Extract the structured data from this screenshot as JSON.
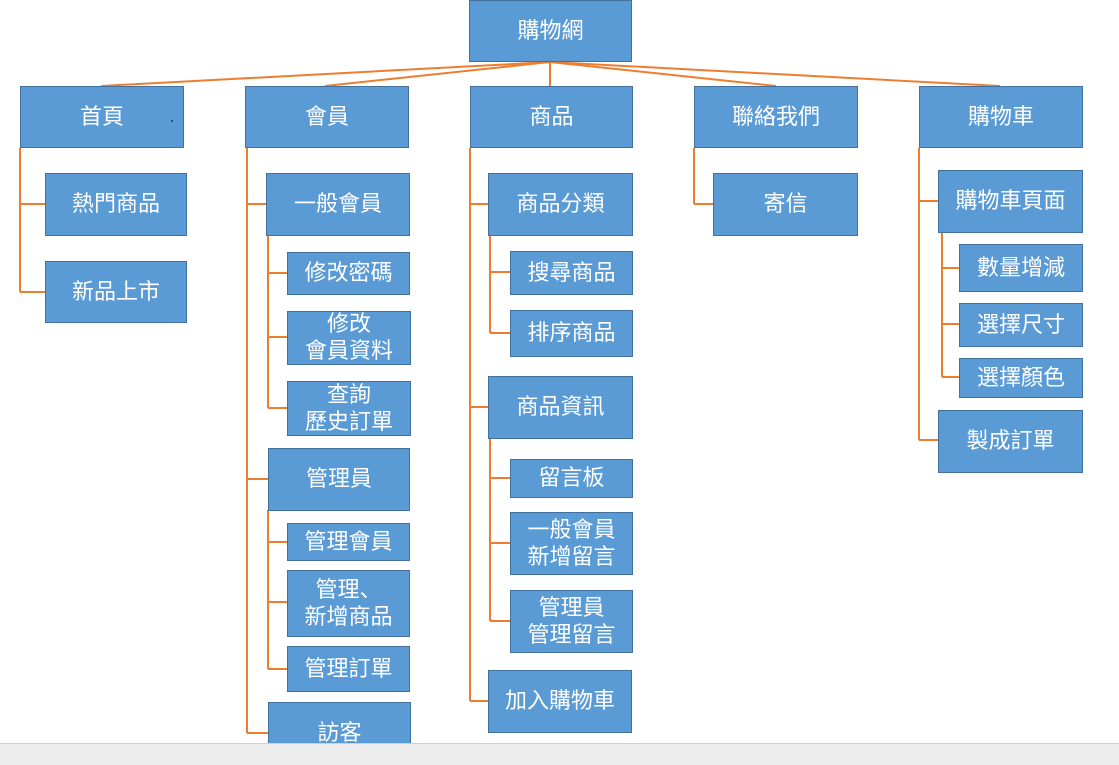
{
  "diagram": {
    "root": "購物網",
    "home": {
      "label": "首頁",
      "children": [
        "熱門商品",
        "新品上市"
      ]
    },
    "member": {
      "label": "會員",
      "general_member": {
        "label": "一般會員",
        "children": [
          "修改密碼",
          "修改\n會員資料",
          "查詢\n歷史訂單"
        ]
      },
      "admin": {
        "label": "管理員",
        "children": [
          "管理會員",
          "管理、\n新增商品",
          "管理訂單"
        ]
      },
      "visitor": "訪客"
    },
    "product": {
      "label": "商品",
      "category": {
        "label": "商品分類",
        "children": [
          "搜尋商品",
          "排序商品"
        ]
      },
      "info": {
        "label": "商品資訊",
        "children": [
          "留言板",
          "一般會員\n新增留言",
          "管理員\n管理留言"
        ]
      },
      "add_to_cart": "加入購物車"
    },
    "contact": {
      "label": "聯絡我們",
      "children": [
        "寄信"
      ]
    },
    "cart": {
      "label": "購物車",
      "cart_page": {
        "label": "購物車頁面",
        "children": [
          "數量增減",
          "選擇尺寸",
          "選擇顏色"
        ]
      },
      "make_order": "製成訂單"
    }
  },
  "colors": {
    "box_fill": "#5b9bd5",
    "box_border": "#41719c",
    "connector": "#ed7d31",
    "text": "#ffffff"
  }
}
